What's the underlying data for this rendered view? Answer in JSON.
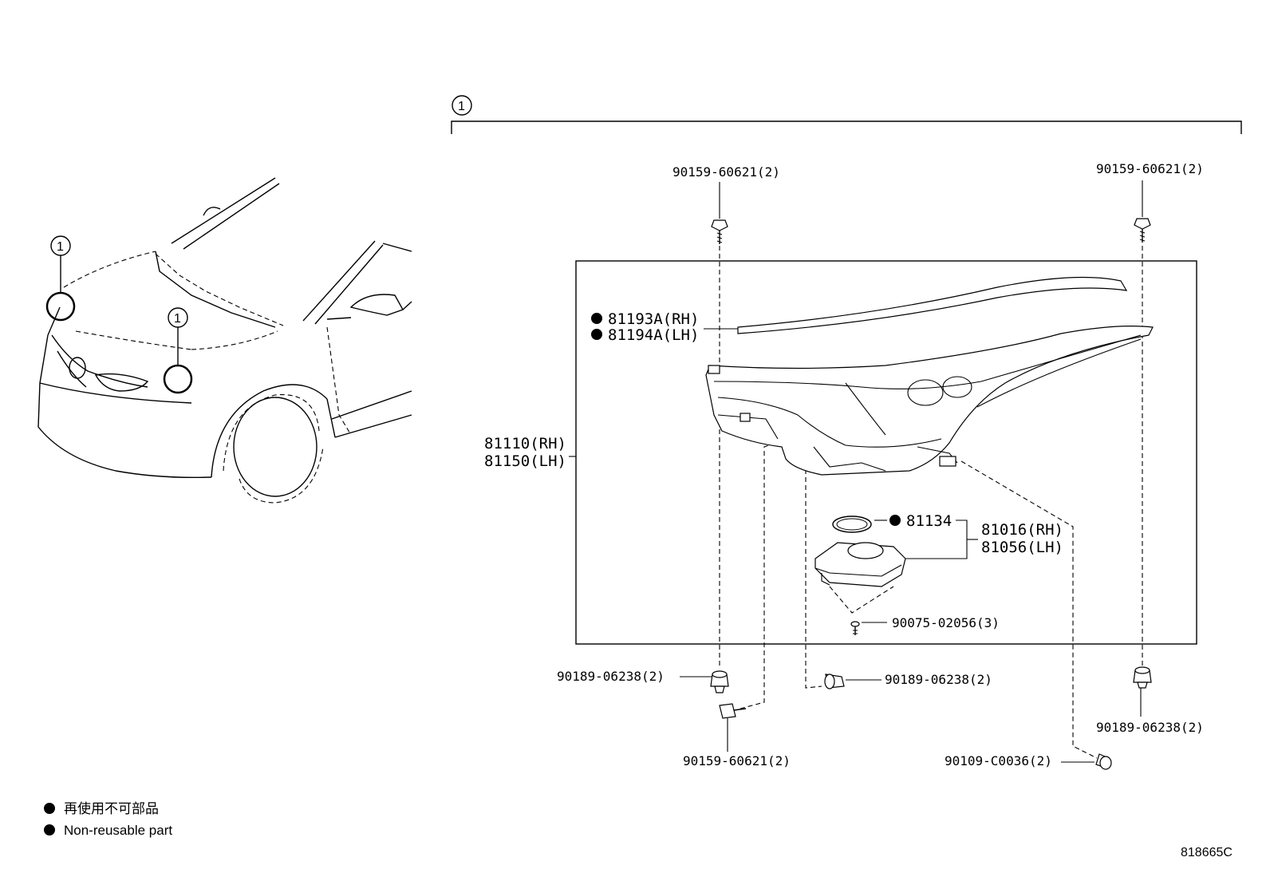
{
  "callout_marker": "1",
  "labels": {
    "bolt_top_left": "90159-60621(2)",
    "bolt_top_right": "90159-60621(2)",
    "gasket_rh": "81193A(RH)",
    "gasket_lh": "81194A(LH)",
    "lamp_rh": "81110(RH)",
    "lamp_lh": "81150(LH)",
    "oring": "81134",
    "computer_rh": "81016(RH)",
    "computer_lh": "81056(LH)",
    "screw": "90075-02056(3)",
    "nut_left": "90189-06238(2)",
    "nut_center": "90189-06238(2)",
    "nut_right": "90189-06238(2)",
    "bolt_bottom": "90159-60621(2)",
    "bolt_bottom_right": "90109-C0036(2)"
  },
  "legend": {
    "jp": "再使用不可部品",
    "en": "Non-reusable part"
  },
  "figure_ref": "818665C"
}
